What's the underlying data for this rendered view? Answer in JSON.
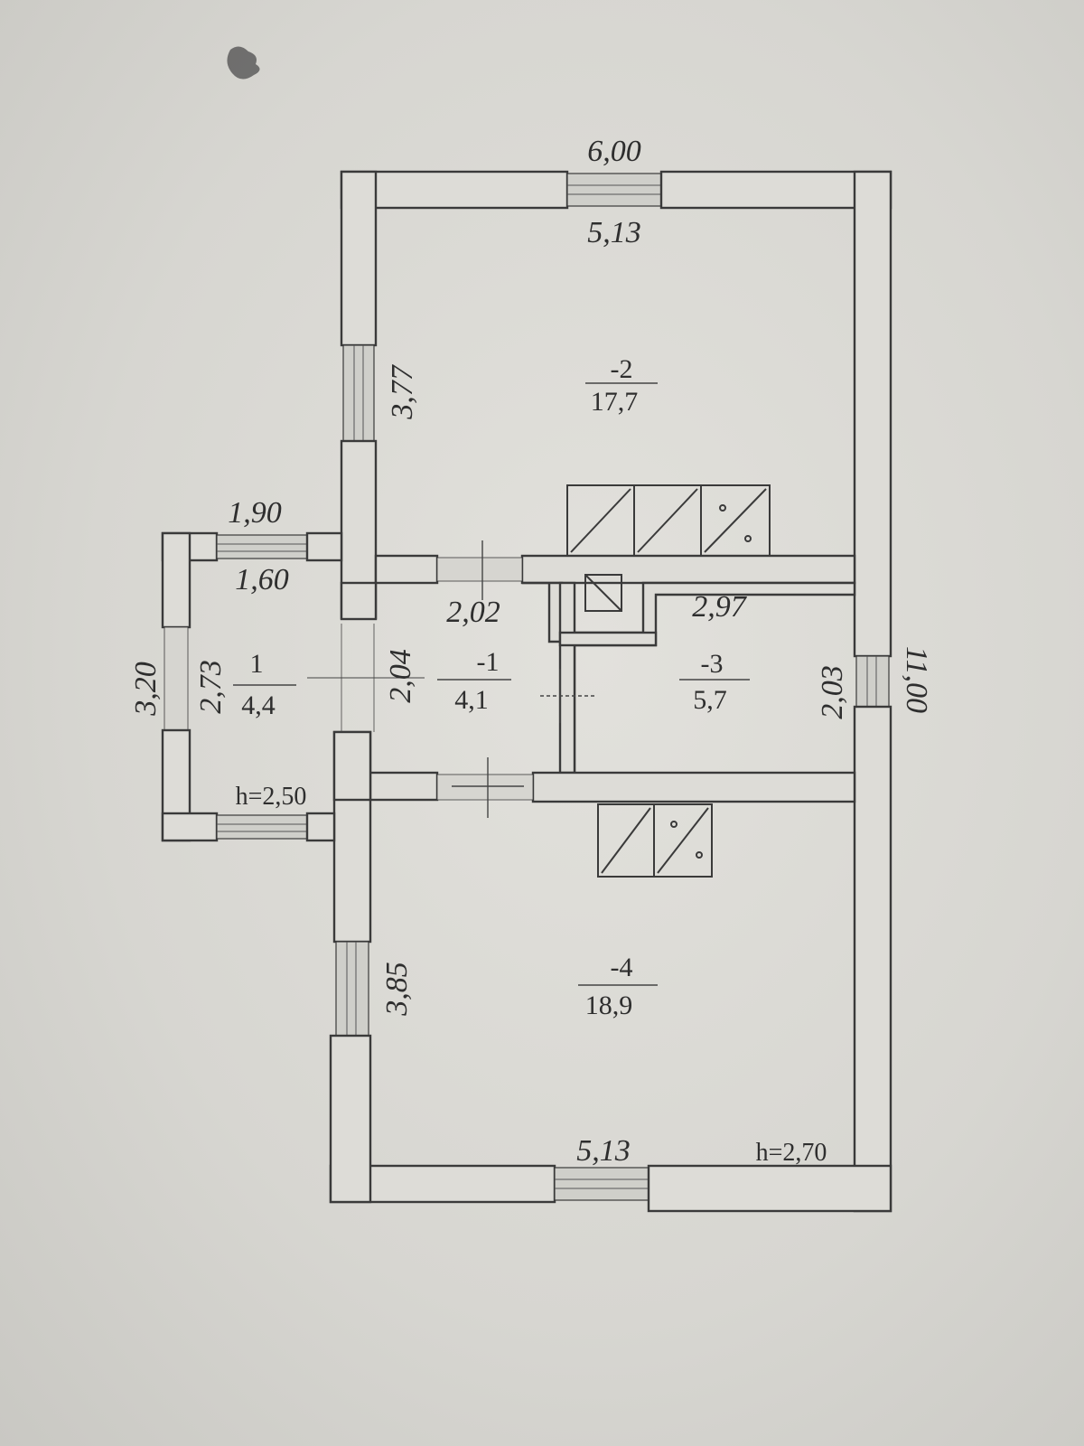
{
  "plan": {
    "dims": {
      "top_outer": "6,00",
      "top_inner": "5,13",
      "room2_side": "3,77",
      "porch_outer": "1,90",
      "porch_inner": "1,60",
      "hall_top": "2,02",
      "room3_top": "2,97",
      "porch_outer_height": "3,20",
      "porch_inner_height": "2,73",
      "hall_side": "2,04",
      "room3_side": "2,03",
      "total_length": "11,00",
      "porch_height": "h=2,50",
      "room4_side": "3,85",
      "bottom_inner": "5,13",
      "main_height": "h=2,70"
    },
    "rooms": [
      {
        "number": "1",
        "area": "4,4"
      },
      {
        "number": "-1",
        "area": "4,1"
      },
      {
        "number": "-2",
        "area": "17,7"
      },
      {
        "number": "-3",
        "area": "5,7"
      },
      {
        "number": "-4",
        "area": "18,9"
      }
    ]
  }
}
